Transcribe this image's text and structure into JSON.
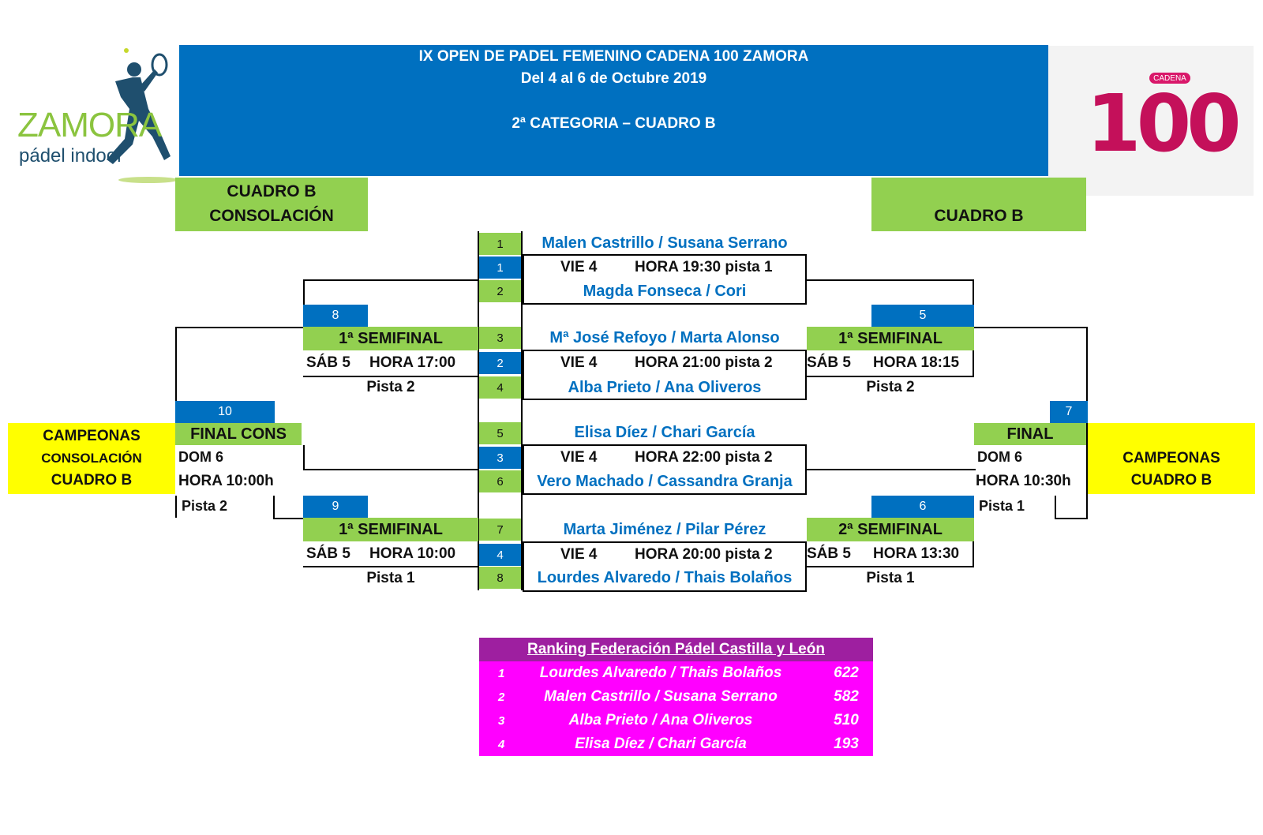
{
  "header": {
    "title": "IX OPEN DE PADEL FEMENINO CADENA 100 ZAMORA",
    "dates": "Del 4 al 6 de Octubre 2019",
    "category": "2ª CATEGORIA – CUADRO B"
  },
  "logos": {
    "zamora_text": "ZAMORA",
    "zamora_sub": "pádel indoor",
    "cadena_small": "CADENA",
    "cadena_big": "100"
  },
  "sections": {
    "consolacion_line1": "CUADRO B",
    "consolacion_line2": "CONSOLACIÓN",
    "cuadro_b": "CUADRO B"
  },
  "slots": [
    {
      "num": "1",
      "pair": "Malen Castrillo / Susana Serrano"
    },
    {
      "num": "2",
      "pair": "Magda Fonseca / Cori"
    },
    {
      "num": "3",
      "pair": "Mª José Refoyo / Marta Alonso"
    },
    {
      "num": "4",
      "pair": "Alba Prieto / Ana Oliveros"
    },
    {
      "num": "5",
      "pair": "Elisa Díez / Chari García"
    },
    {
      "num": "6",
      "pair": "Vero Machado / Cassandra Granja"
    },
    {
      "num": "7",
      "pair": "Marta Jiménez / Pilar Pérez"
    },
    {
      "num": "8",
      "pair": "Lourdes Alvaredo / Thais Bolaños"
    }
  ],
  "first_round": [
    {
      "num": "1",
      "day": "VIE 4",
      "time": "HORA 19:30 pista 1"
    },
    {
      "num": "2",
      "day": "VIE 4",
      "time": "HORA 21:00 pista 2"
    },
    {
      "num": "3",
      "day": "VIE 4",
      "time": "HORA 22:00 pista 2"
    },
    {
      "num": "4",
      "day": "VIE 4",
      "time": "HORA 20:00 pista 2"
    }
  ],
  "consolation": {
    "semi_top": {
      "num": "8",
      "label": "1ª SEMIFINAL",
      "day": "SÁB 5",
      "time": "HORA 17:00",
      "court": "Pista 2"
    },
    "semi_bottom": {
      "num": "9",
      "label": "1ª SEMIFINAL",
      "day": "SÁB 5",
      "time": "HORA 10:00",
      "court": "Pista 1"
    },
    "final": {
      "num": "10",
      "label": "FINAL CONS",
      "day": "DOM 6",
      "time": "HORA 10:00h",
      "court": "Pista 2"
    },
    "champions": [
      "CAMPEONAS",
      "CONSOLACIÓN",
      "CUADRO B"
    ]
  },
  "main": {
    "semi_top": {
      "num": "5",
      "label": "1ª SEMIFINAL",
      "day": "SÁB 5",
      "time": "HORA 18:15",
      "court": "Pista 2"
    },
    "semi_bottom": {
      "num": "6",
      "label": "2ª SEMIFINAL",
      "day": "SÁB 5",
      "time": "HORA 13:30",
      "court": "Pista 1"
    },
    "final": {
      "num": "7",
      "label": "FINAL",
      "day": "DOM 6",
      "time": "HORA 10:30h",
      "court": "Pista 1"
    },
    "champions": [
      "CAMPEONAS",
      "CUADRO B"
    ]
  },
  "ranking": {
    "title": "Ranking Federación Pádel  Castilla y León",
    "rows": [
      {
        "pos": "1",
        "pair": "Lourdes Alvaredo / Thais Bolaños",
        "points": "622"
      },
      {
        "pos": "2",
        "pair": "Malen Castrillo / Susana Serrano",
        "points": "582"
      },
      {
        "pos": "3",
        "pair": "Alba Prieto / Ana Oliveros",
        "points": "510"
      },
      {
        "pos": "4",
        "pair": "Elisa Díez / Chari García",
        "points": "193"
      }
    ]
  },
  "colors": {
    "header_blue": "#0070c0",
    "green": "#92d050",
    "yellow": "#ffff00",
    "ranking_head": "#9e1fa0",
    "ranking_body": "#ff00ff"
  }
}
